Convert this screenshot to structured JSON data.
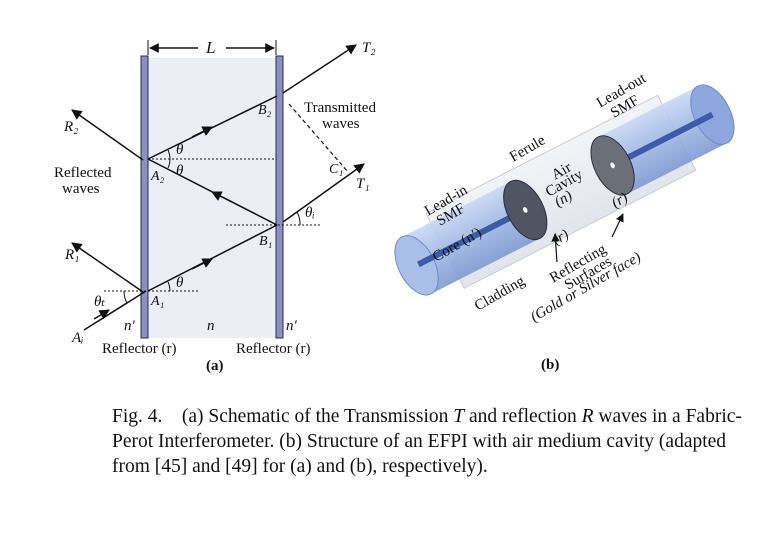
{
  "panel_a": {
    "dimension_label": "L",
    "t2": "T₂",
    "r2": "R₂",
    "b2": "B₂",
    "a2": "A₂",
    "b1": "B₁",
    "a1": "A₁",
    "c1": "C₁",
    "t1": "T₁",
    "r1": "R₁",
    "ai": "Aᵢ",
    "theta": "θ",
    "theta_i": "θᵢ",
    "theta_t": "θₜ",
    "transmitted_1": "Transmitted",
    "transmitted_2": "waves",
    "reflected_1": "Reflected",
    "reflected_2": "waves",
    "n_prime_left": "n′",
    "n_center": "n",
    "n_prime_right": "n′",
    "reflector_left": "Reflector (r)",
    "reflector_right": "Reflector (r)",
    "tag": "(a)"
  },
  "panel_b": {
    "leadin": [
      "Lead-in",
      "SMF"
    ],
    "leadout": [
      "Lead-out",
      "SMF"
    ],
    "ferule": "Ferule",
    "air_cavity": [
      "Air",
      "Cavity",
      "(n)"
    ],
    "core": "Core (n′)",
    "r_left": "(r)",
    "r_right": "(r)",
    "cladding": "Cladding",
    "reflecting": [
      "Reflecting",
      "Surfaces",
      "(Gold or Silver face)"
    ],
    "tag": "(b)"
  },
  "caption": {
    "p1": "Fig. 4. (a) Schematic of the Transmission ",
    "T": "T",
    "p2": " and reflection ",
    "R": "R",
    "p3": " waves in a Fabric-Perot Interferometer. (b) Structure of an EFPI with air medium cavity (adapted from [45] and [49] for (a) and (b), respectively)."
  }
}
